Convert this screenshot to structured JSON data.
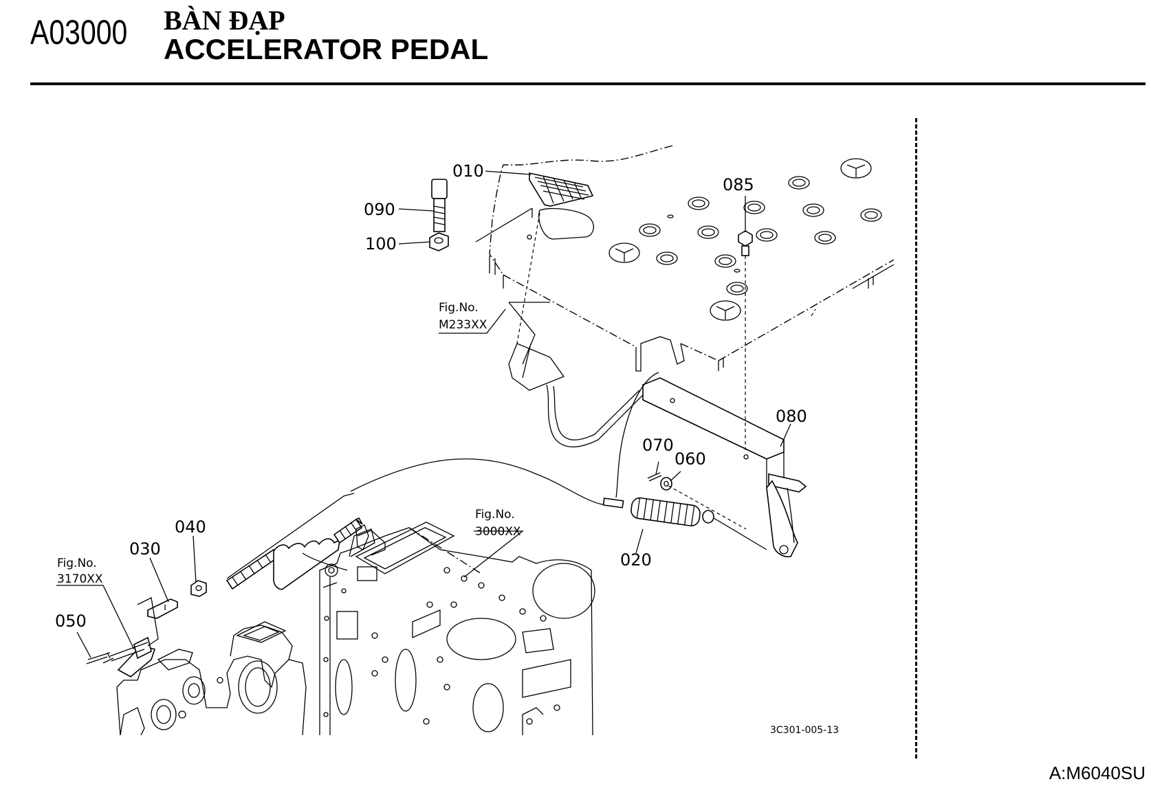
{
  "header": {
    "section_code": "A03000",
    "title_vietnamese": "BÀN ĐẠP",
    "title_english": "ACCELERATOR PEDAL"
  },
  "diagram": {
    "part_labels": {
      "p010": "010",
      "p020": "020",
      "p030": "030",
      "p040": "040",
      "p050": "050",
      "p060": "060",
      "p070": "070",
      "p080": "080",
      "p085": "085",
      "p090": "090",
      "p100": "100"
    },
    "figure_refs": {
      "m233": {
        "label": "Fig.No.",
        "number": "M233XX"
      },
      "f3000": {
        "label": "Fig.No.",
        "number": "3000XX"
      },
      "f3170": {
        "label": "Fig.No.",
        "number": "3170XX"
      }
    },
    "drawing_number": "3C301-005-13"
  },
  "footer": {
    "model_code": "A:M6040SU"
  }
}
